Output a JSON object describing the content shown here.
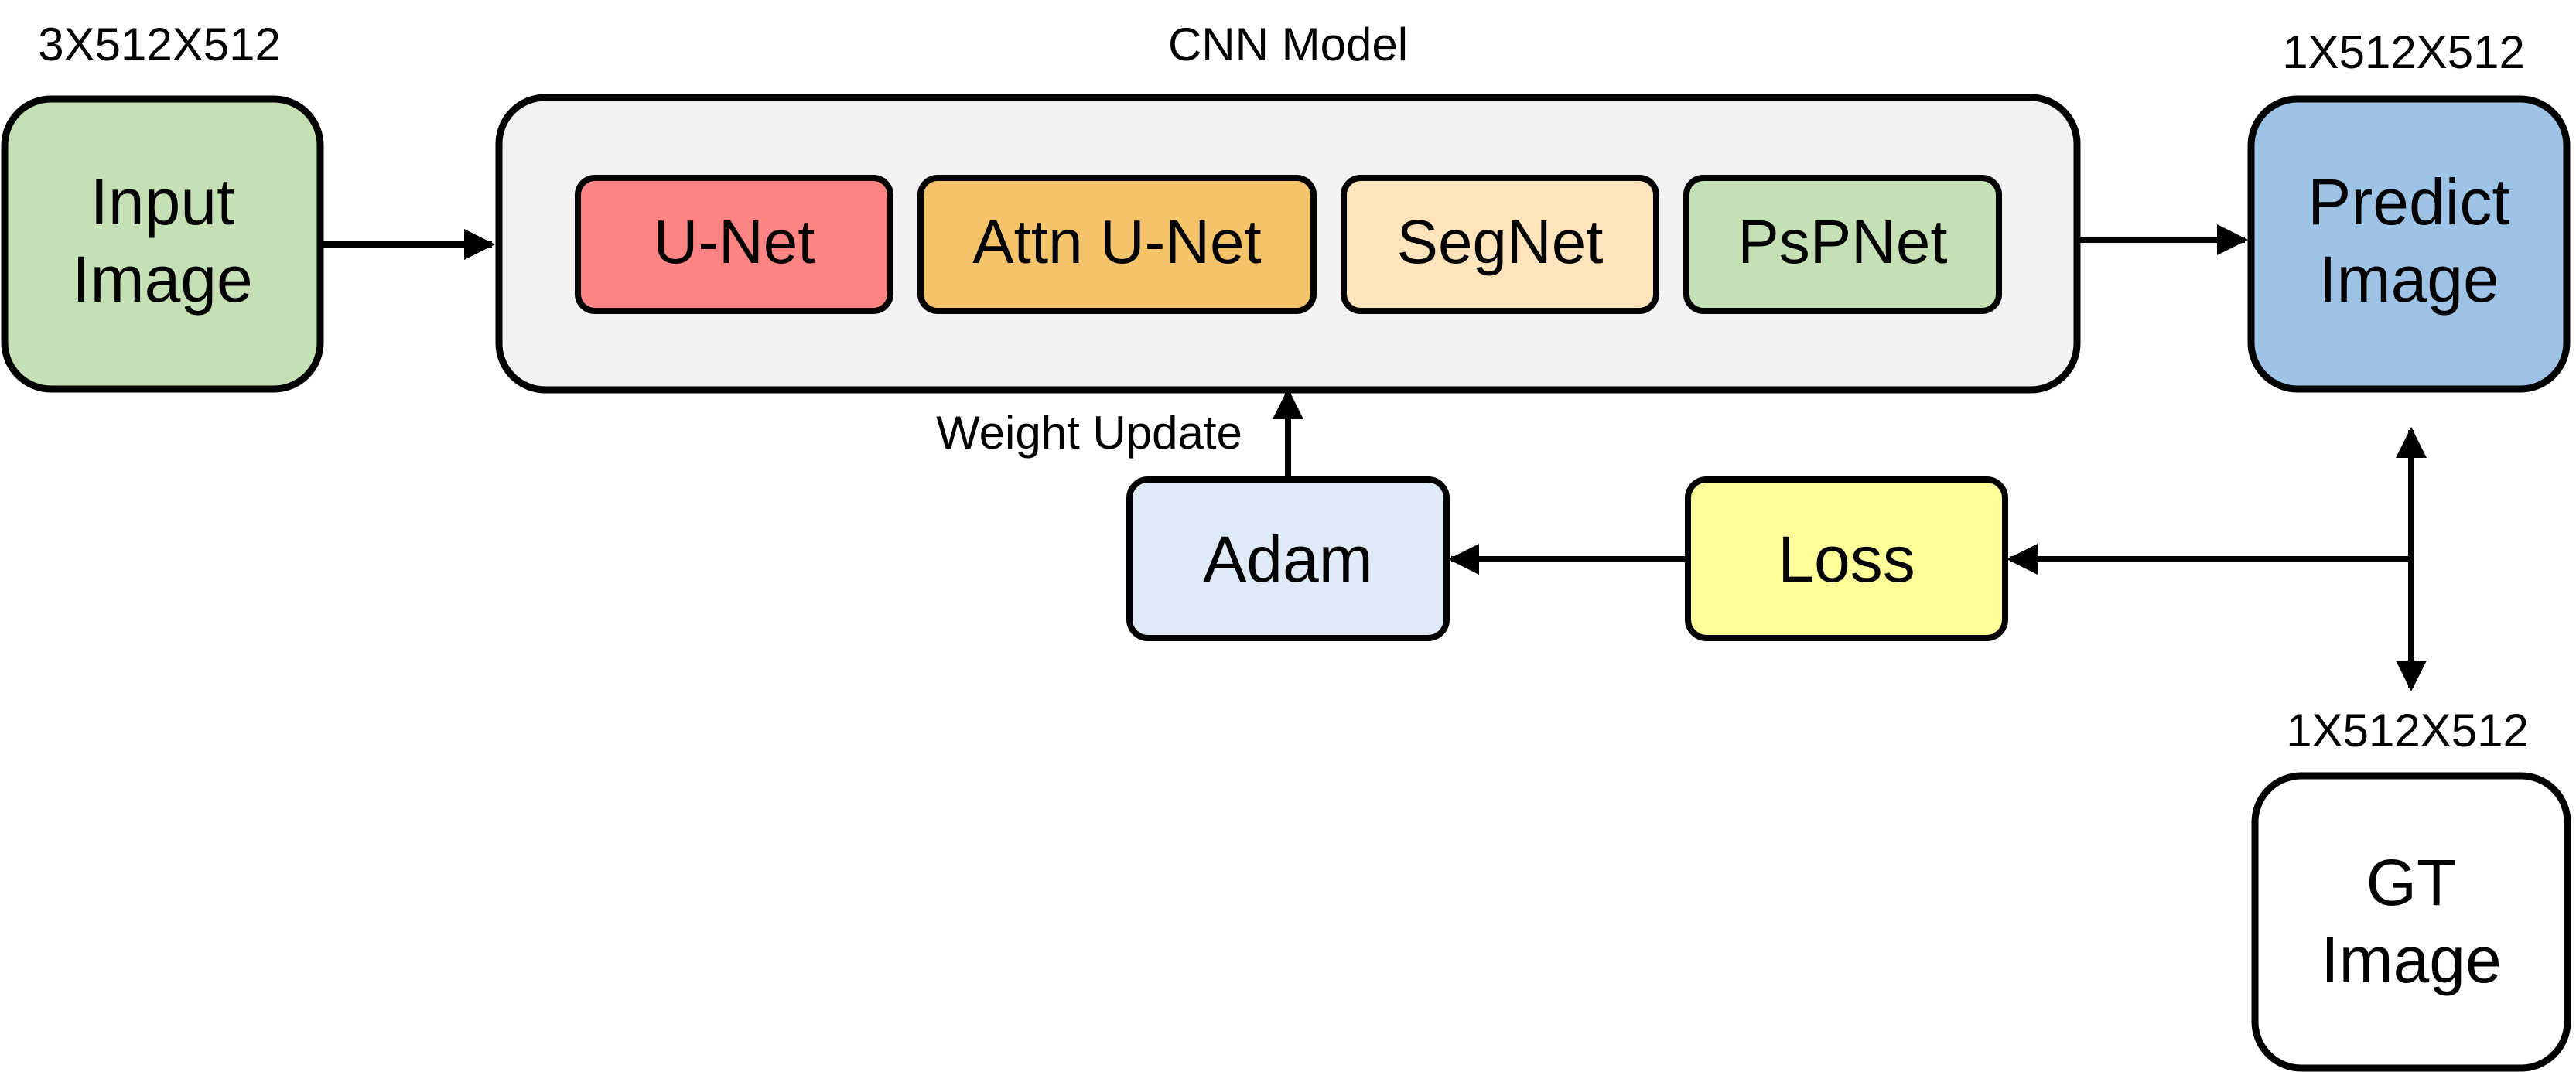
{
  "labels": {
    "input_dims": "3X512X512",
    "model_title": "CNN Model",
    "predict_dims": "1X512X512",
    "gt_dims": "1X512X512",
    "weight_update": "Weight Update"
  },
  "boxes": {
    "input": {
      "line1": "Input",
      "line2": "Image",
      "color": "#c5e0b4"
    },
    "predict": {
      "line1": "Predict",
      "line2": "Image",
      "color": "#9dc3e6"
    },
    "gt": {
      "line1": "GT",
      "line2": "Image",
      "color": "#ffffff"
    },
    "model_container_color": "#f2f2f2",
    "adam": {
      "label": "Adam",
      "color": "#deebf7"
    },
    "loss": {
      "label": "Loss",
      "color": "#ffff99"
    }
  },
  "models": [
    {
      "label": "U-Net",
      "color": "#ff8585"
    },
    {
      "label": "Attn U-Net",
      "color": "#f4c36a"
    },
    {
      "label": "SegNet",
      "color": "#ffe3bb"
    },
    {
      "label": "PsPNet",
      "color": "#c5e0b4"
    }
  ]
}
